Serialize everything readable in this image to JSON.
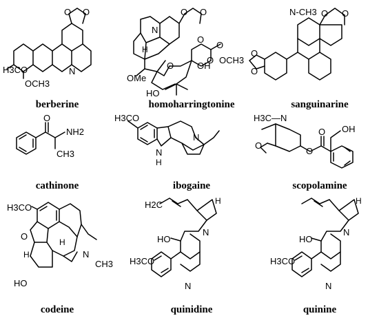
{
  "compounds": [
    {
      "name": "berberine",
      "atoms": {
        "o1": "O",
        "o2": "O",
        "h3co": "H3CO",
        "och3": "OCH3",
        "n": "N"
      }
    },
    {
      "name": "homoharringtonine",
      "atoms": {
        "o1": "O",
        "o2": "O",
        "n": "N",
        "h": "H",
        "o3": "O",
        "ome": "OMe",
        "oh": "OH",
        "o4": "O",
        "ho": "HO",
        "o5": "O",
        "och3": "OCH3",
        "o6": "O"
      }
    },
    {
      "name": "sanguinarine",
      "atoms": {
        "ch3": "N-CH3",
        "o1": "O",
        "o2": "O",
        "o3": "O",
        "o4": "O"
      }
    },
    {
      "name": "cathinone",
      "atoms": {
        "o": "O",
        "nh2": "NH2",
        "ch3": "CH3"
      }
    },
    {
      "name": "ibogaine",
      "atoms": {
        "h3co": "H3CO",
        "n": "N",
        "nh": "N",
        "h": "H"
      }
    },
    {
      "name": "scopolamine",
      "atoms": {
        "h3cn": "H3C—N",
        "o1": "O",
        "o2": "O",
        "o3": "O",
        "oh": "OH"
      }
    },
    {
      "name": "codeine",
      "atoms": {
        "h3co": "H3CO",
        "o": "O",
        "h1": "H",
        "h2": "H",
        "n": "N",
        "ch3": "CH3",
        "ho": "HO"
      }
    },
    {
      "name": "quinidine",
      "atoms": {
        "h2c": "H2C",
        "h": "H",
        "ho": "HO",
        "n1": "N",
        "h3co": "H3CO",
        "n2": "N"
      }
    },
    {
      "name": "quinine",
      "atoms": {
        "h": "H",
        "ho": "HO",
        "n1": "N",
        "h3co": "H3CO",
        "n2": "N"
      }
    }
  ]
}
